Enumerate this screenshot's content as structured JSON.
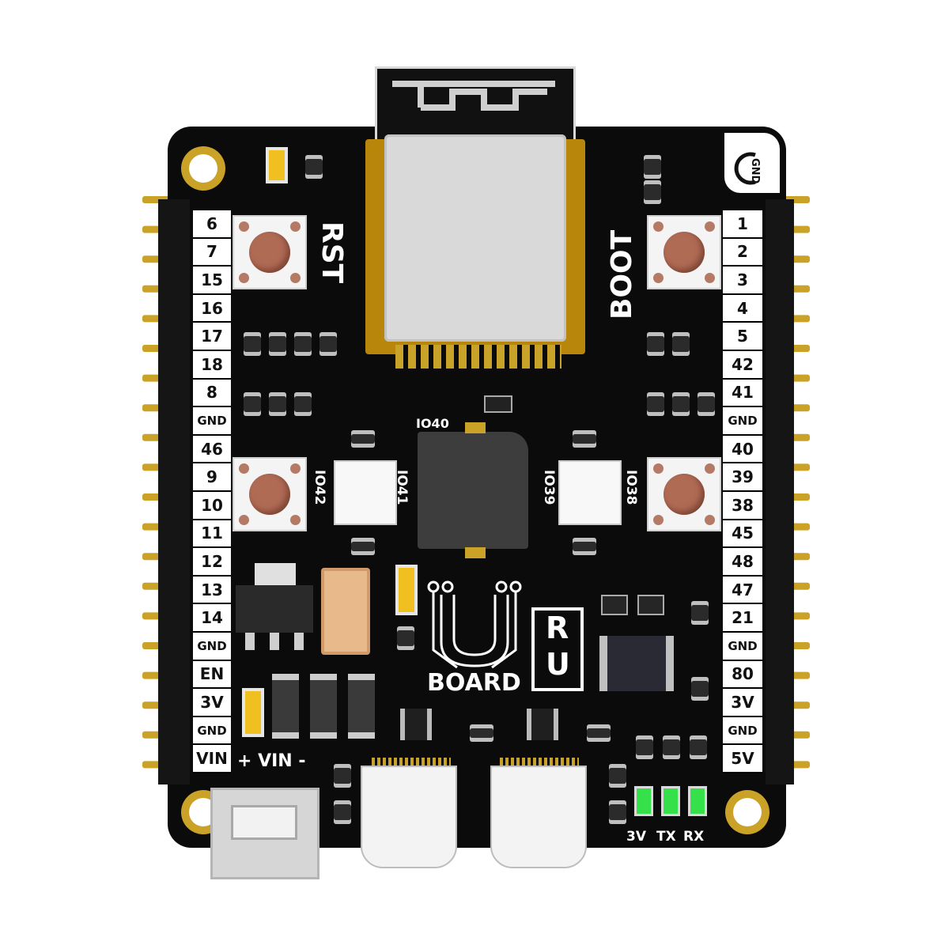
{
  "board": {
    "pcb_color": "#0b0b0b",
    "gold_color": "#c9a227",
    "silk_color": "#ffffff"
  },
  "left_pins": [
    "6",
    "7",
    "15",
    "16",
    "17",
    "18",
    "8",
    "GND",
    "46",
    "9",
    "10",
    "11",
    "12",
    "13",
    "14",
    "GND",
    "EN",
    "3V",
    "GND",
    "VIN"
  ],
  "right_pins": [
    "1",
    "2",
    "3",
    "4",
    "5",
    "42",
    "41",
    "GND",
    "40",
    "39",
    "38",
    "45",
    "48",
    "47",
    "21",
    "GND",
    "80",
    "3V",
    "GND",
    "5V"
  ],
  "silkscreen": {
    "rst": "RST",
    "boot": "BOOT",
    "gnd_corner": "GND",
    "io40": "IO40",
    "io42": "IO42",
    "io41": "IO41",
    "io39": "IO39",
    "io38": "IO38",
    "vin": "+ VIN -",
    "board": "BOARD",
    "logo_r": "R",
    "logo_u": "U",
    "led_3v": "3V",
    "led_tx": "TX",
    "led_rx": "RX"
  },
  "colors": {
    "led_green": "#36e04a",
    "button_cap": "#b06b55",
    "capacitor_tan": "#e8b98a",
    "capacitor_yellow": "#f0c020"
  }
}
